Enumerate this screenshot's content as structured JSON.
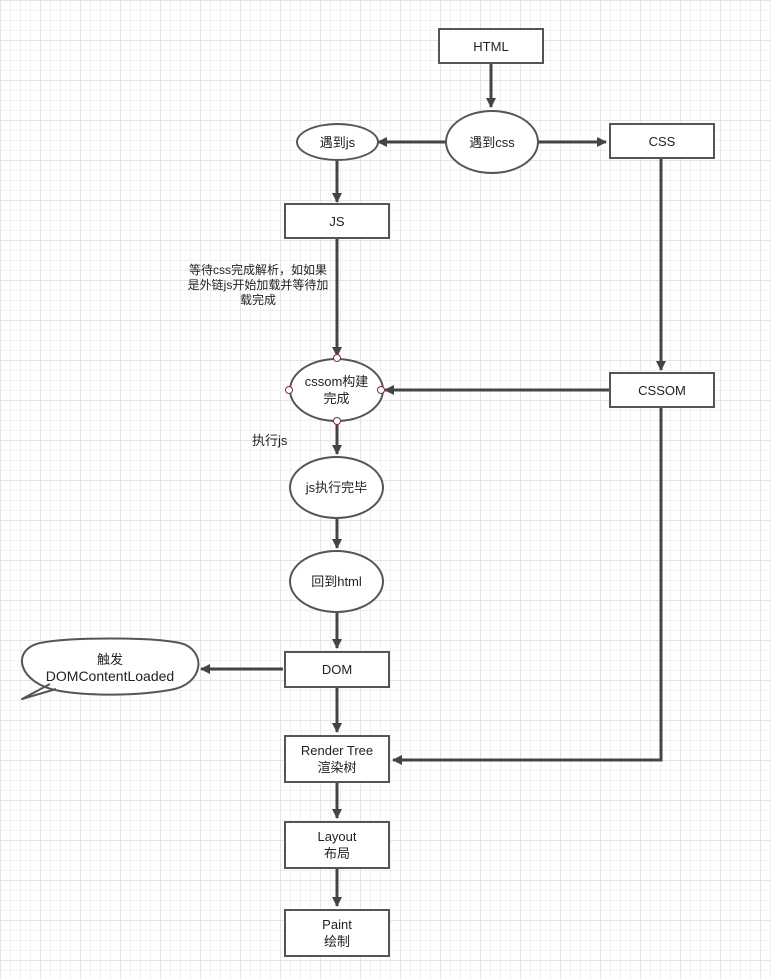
{
  "nodes": {
    "html": "HTML",
    "meet_css": "遇到css",
    "meet_js": "遇到js",
    "css": "CSS",
    "js": "JS",
    "cssom_done_1": "cssom构建",
    "cssom_done_2": "完成",
    "cssom": "CSSOM",
    "js_done": "js执行完毕",
    "back_html": "回到html",
    "dom": "DOM",
    "render_tree_1": "Render Tree",
    "render_tree_2": "渲染树",
    "layout_1": "Layout",
    "layout_2": "布局",
    "paint_1": "Paint",
    "paint_2": "绘制"
  },
  "labels": {
    "wait_1": "等待css完成解析，如如果",
    "wait_2": "是外链js开始加载并等待加",
    "wait_3": "载完成",
    "exec_js": "执行js"
  },
  "callout": {
    "line_1": "触发",
    "line_2": "DOMContentLoaded"
  }
}
